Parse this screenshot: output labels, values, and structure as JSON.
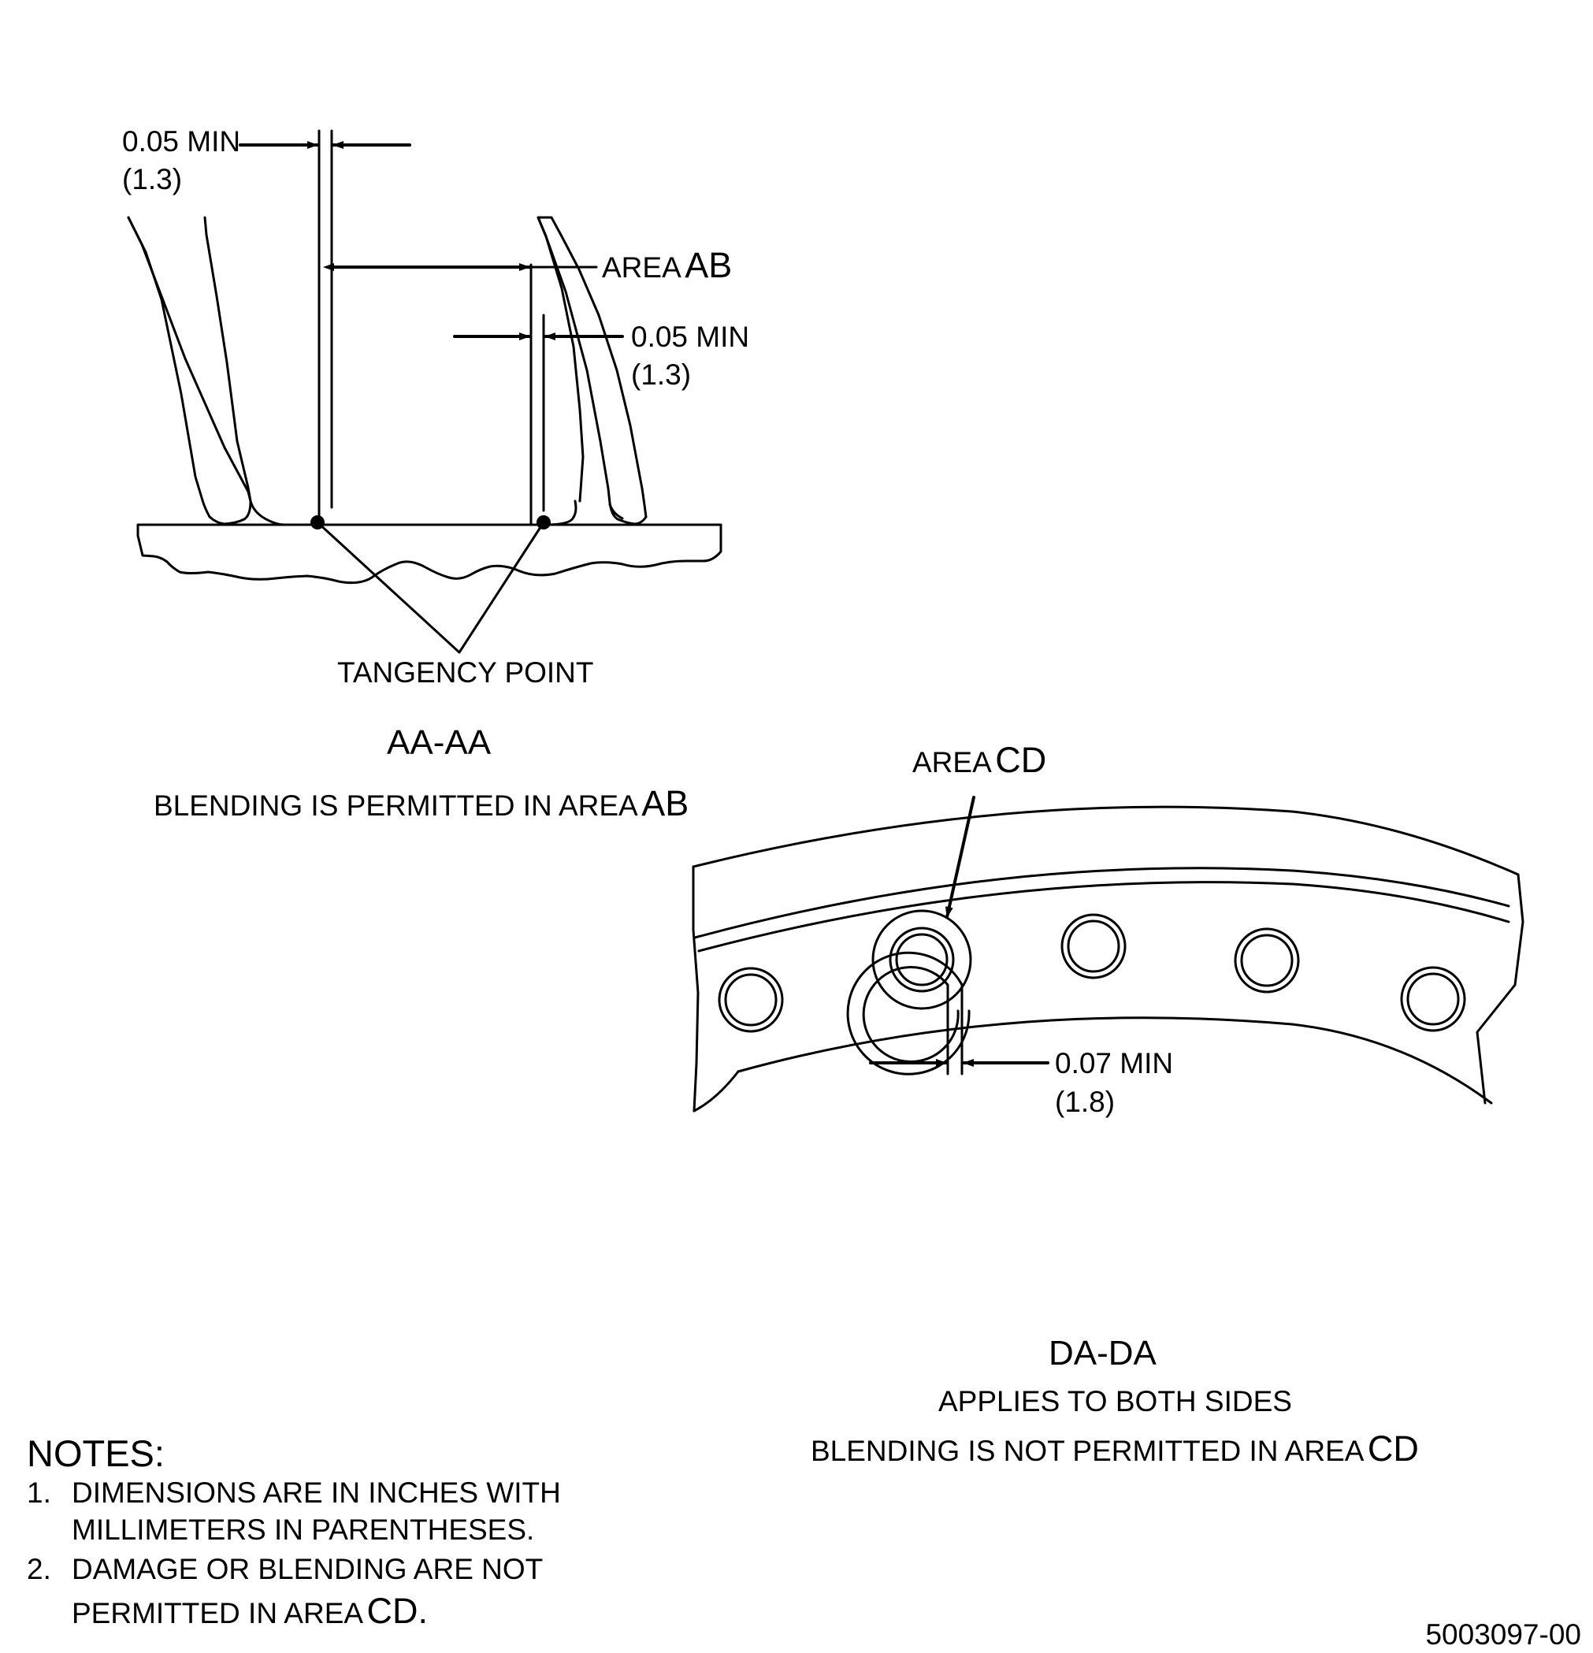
{
  "section_aa": {
    "dim_top": {
      "value": "0.05 MIN",
      "mm": "(1.3)"
    },
    "area_label": {
      "prefix": "AREA",
      "code": "AB"
    },
    "dim_right": {
      "value": "0.05 MIN",
      "mm": "(1.3)"
    },
    "tangency": "TANGENCY POINT",
    "title": "AA-AA",
    "caption": {
      "text": "BLENDING IS PERMITTED IN AREA",
      "code": "AB"
    }
  },
  "section_da": {
    "area_label": {
      "prefix": "AREA",
      "code": "CD"
    },
    "dim": {
      "value": "0.07 MIN",
      "mm": "(1.8)"
    },
    "title": "DA-DA",
    "subtitle": "APPLIES TO BOTH SIDES",
    "caption": {
      "text": "BLENDING IS NOT PERMITTED IN AREA",
      "code": "CD"
    }
  },
  "notes": {
    "heading": "NOTES:",
    "items": [
      {
        "num": "1.",
        "line1": "DIMENSIONS ARE IN INCHES WITH",
        "line2": "MILLIMETERS IN PARENTHESES."
      },
      {
        "num": "2.",
        "line1": "DAMAGE OR BLENDING ARE NOT",
        "line2": "PERMITTED IN AREA",
        "code": "CD",
        "end": "."
      }
    ]
  },
  "figure_id": "5003097-00"
}
